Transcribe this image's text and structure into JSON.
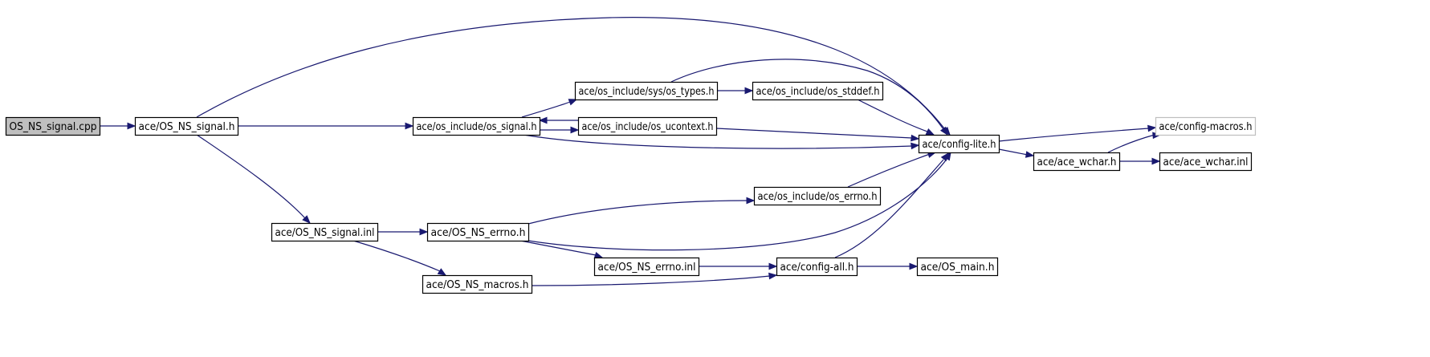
{
  "graph": {
    "colors": {
      "edge": "#191970",
      "node_border": "#000000",
      "node_fill": "#ffffff",
      "root_fill": "#bfbfbf",
      "missing_border": "#bfbfbf"
    },
    "nodes": [
      {
        "id": "n_os_ns_signal_cpp",
        "label": "OS_NS_signal.cpp",
        "kind": "root"
      },
      {
        "id": "n_ace_os_ns_signal_h",
        "label": "ace/OS_NS_signal.h",
        "kind": "normal"
      },
      {
        "id": "n_ace_os_include_os_signal_h",
        "label": "ace/os_include/os_signal.h",
        "kind": "normal"
      },
      {
        "id": "n_ace_os_include_sys_os_types_h",
        "label": "ace/os_include/sys/os_types.h",
        "kind": "normal"
      },
      {
        "id": "n_ace_os_include_os_stddef_h",
        "label": "ace/os_include/os_stddef.h",
        "kind": "normal"
      },
      {
        "id": "n_ace_os_include_os_ucontext_h",
        "label": "ace/os_include/os_ucontext.h",
        "kind": "normal"
      },
      {
        "id": "n_ace_config_lite_h",
        "label": "ace/config-lite.h",
        "kind": "normal"
      },
      {
        "id": "n_ace_config_macros_h",
        "label": "ace/config-macros.h",
        "kind": "missing"
      },
      {
        "id": "n_ace_ace_wchar_h",
        "label": "ace/ace_wchar.h",
        "kind": "normal"
      },
      {
        "id": "n_ace_ace_wchar_inl",
        "label": "ace/ace_wchar.inl",
        "kind": "normal"
      },
      {
        "id": "n_ace_os_include_os_errno_h",
        "label": "ace/os_include/os_errno.h",
        "kind": "normal"
      },
      {
        "id": "n_ace_os_ns_signal_inl",
        "label": "ace/OS_NS_signal.inl",
        "kind": "normal"
      },
      {
        "id": "n_ace_os_ns_errno_h",
        "label": "ace/OS_NS_errno.h",
        "kind": "normal"
      },
      {
        "id": "n_ace_os_ns_errno_inl",
        "label": "ace/OS_NS_errno.inl",
        "kind": "normal"
      },
      {
        "id": "n_ace_config_all_h",
        "label": "ace/config-all.h",
        "kind": "normal"
      },
      {
        "id": "n_ace_os_main_h",
        "label": "ace/OS_main.h",
        "kind": "normal"
      },
      {
        "id": "n_ace_os_ns_macros_h",
        "label": "ace/OS_NS_macros.h",
        "kind": "normal"
      }
    ],
    "edges": [
      {
        "from": "n_os_ns_signal_cpp",
        "to": "n_ace_os_ns_signal_h"
      },
      {
        "from": "n_ace_os_ns_signal_h",
        "to": "n_ace_config_lite_h"
      },
      {
        "from": "n_ace_os_ns_signal_h",
        "to": "n_ace_os_include_os_signal_h"
      },
      {
        "from": "n_ace_os_ns_signal_h",
        "to": "n_ace_os_ns_signal_inl"
      },
      {
        "from": "n_ace_os_include_os_signal_h",
        "to": "n_ace_os_include_sys_os_types_h"
      },
      {
        "from": "n_ace_os_include_os_signal_h",
        "to": "n_ace_os_include_os_ucontext_h"
      },
      {
        "from": "n_ace_os_include_os_signal_h",
        "to": "n_ace_config_lite_h"
      },
      {
        "from": "n_ace_os_include_os_ucontext_h",
        "to": "n_ace_os_include_os_signal_h"
      },
      {
        "from": "n_ace_os_include_os_ucontext_h",
        "to": "n_ace_config_lite_h"
      },
      {
        "from": "n_ace_os_include_sys_os_types_h",
        "to": "n_ace_os_include_os_stddef_h"
      },
      {
        "from": "n_ace_os_include_sys_os_types_h",
        "to": "n_ace_config_lite_h"
      },
      {
        "from": "n_ace_os_include_os_stddef_h",
        "to": "n_ace_config_lite_h"
      },
      {
        "from": "n_ace_config_lite_h",
        "to": "n_ace_config_macros_h"
      },
      {
        "from": "n_ace_config_lite_h",
        "to": "n_ace_ace_wchar_h"
      },
      {
        "from": "n_ace_ace_wchar_h",
        "to": "n_ace_config_macros_h"
      },
      {
        "from": "n_ace_ace_wchar_h",
        "to": "n_ace_ace_wchar_inl"
      },
      {
        "from": "n_ace_os_include_os_errno_h",
        "to": "n_ace_config_lite_h"
      },
      {
        "from": "n_ace_os_ns_signal_inl",
        "to": "n_ace_os_ns_errno_h"
      },
      {
        "from": "n_ace_os_ns_signal_inl",
        "to": "n_ace_os_ns_macros_h"
      },
      {
        "from": "n_ace_os_ns_errno_h",
        "to": "n_ace_os_include_os_errno_h"
      },
      {
        "from": "n_ace_os_ns_errno_h",
        "to": "n_ace_config_lite_h"
      },
      {
        "from": "n_ace_os_ns_errno_h",
        "to": "n_ace_os_ns_errno_inl"
      },
      {
        "from": "n_ace_os_ns_errno_inl",
        "to": "n_ace_config_all_h"
      },
      {
        "from": "n_ace_config_all_h",
        "to": "n_ace_config_lite_h"
      },
      {
        "from": "n_ace_config_all_h",
        "to": "n_ace_os_main_h"
      },
      {
        "from": "n_ace_os_ns_macros_h",
        "to": "n_ace_config_all_h"
      }
    ]
  }
}
